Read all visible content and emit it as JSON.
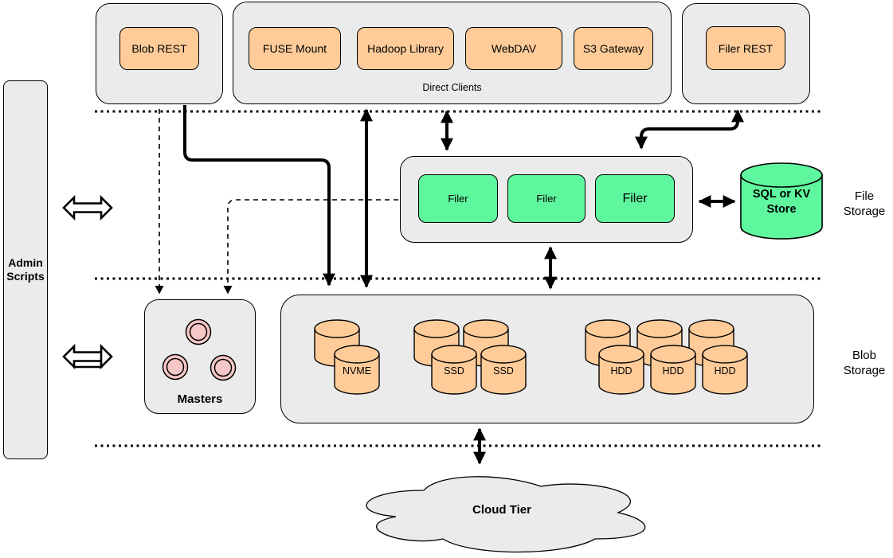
{
  "admin_scripts_label": "Admin\nScripts",
  "top_row": {
    "blob_rest_label": "Blob REST",
    "direct_clients_label": "Direct Clients",
    "client_boxes": [
      "FUSE Mount",
      "Hadoop Library",
      "WebDAV",
      "S3 Gateway"
    ],
    "filer_rest_label": "Filer REST"
  },
  "file_storage": {
    "filer_labels": [
      "Filer",
      "Filer",
      "Filer"
    ],
    "kv_store_label": "SQL or KV\nStore",
    "section_label": "File\nStorage"
  },
  "masters": {
    "label": "Masters",
    "node_count": 3
  },
  "blob_storage": {
    "section_label": "Blob\nStorage",
    "volume_labels": [
      "NVME",
      "SSD",
      "SSD",
      "HDD",
      "HDD",
      "HDD"
    ]
  },
  "cloud_label": "Cloud Tier",
  "colors": {
    "container_gray": "#EBEBEB",
    "client_orange": "#FFCC99",
    "filer_green": "#5FF79E",
    "master_pink": "#F6C7C7",
    "line_black": "#000000"
  }
}
